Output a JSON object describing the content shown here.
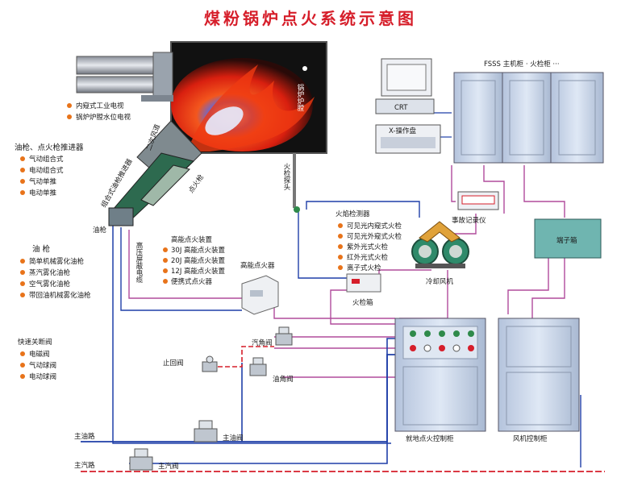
{
  "title": "煤粉锅炉点火系统示意图",
  "furnace": {
    "label": "锅炉炉膛",
    "notes": [
      "内窥式工业电视",
      "锅炉炉膛水位电视"
    ]
  },
  "labels": {
    "secondary_air": "二次风道",
    "igniter_gun": "点火枪",
    "oil_gun_short": "油枪",
    "combined_pusher": "组合式油枪推进器",
    "flame_probe": "火检探头",
    "hv_cable": "高压屏蔽电缆",
    "hei_unit": "高能点火器",
    "flame_box": "火检箱",
    "cooling_fan": "冷却风机",
    "event_recorder": "事故记录仪",
    "terminal_box": "端子箱",
    "crt": "CRT",
    "x_panel": "X-操作盘",
    "fsss": "FSSS 主机柜 · 火检柜 ···",
    "local_cabinet": "就地点火控制柜",
    "fan_cabinet": "风机控制柜",
    "steam_angle_valve": "汽角阀",
    "oil_angle_valve": "油角阀",
    "check_valve": "止回阀",
    "main_oil_pipe": "主油路",
    "main_oil_valve": "主油阀",
    "main_steam_pipe": "主汽路",
    "main_steam_valve": "主汽阀"
  },
  "pusher_group": {
    "heading": "油枪、点火枪推进器",
    "items": [
      "气动组合式",
      "电动组合式",
      "气动单推",
      "电动单推"
    ]
  },
  "oilgun_group": {
    "heading": "油  枪",
    "items": [
      "简单机械雾化油枪",
      "蒸汽雾化油枪",
      "空气雾化油枪",
      "带回油机械雾化油枪"
    ]
  },
  "valve_group": {
    "heading": "快速关断阀",
    "items": [
      "电磁阀",
      "气动球阀",
      "电动球阀"
    ]
  },
  "hei_group": {
    "heading": "高能点火装置",
    "items": [
      "30J 高能点火装置",
      "20J 高能点火装置",
      "12J 高能点火装置",
      "便携式点火器"
    ]
  },
  "detector_group": {
    "heading": "火焰检测器",
    "items": [
      "可见光内窥式火检",
      "可见光外窥式火检",
      "紫外光式火检",
      "红外光式火检",
      "离子式火检"
    ]
  },
  "colors": {
    "title": "#d61e2a",
    "cable_blue": "#1f3fa8",
    "cable_purple": "#b04b9c",
    "oil_pipe": "#1f3fa8",
    "steam_pipe": "#d61e2a",
    "bullet": "#e8731a",
    "cabinet": "#c9d6ea"
  }
}
